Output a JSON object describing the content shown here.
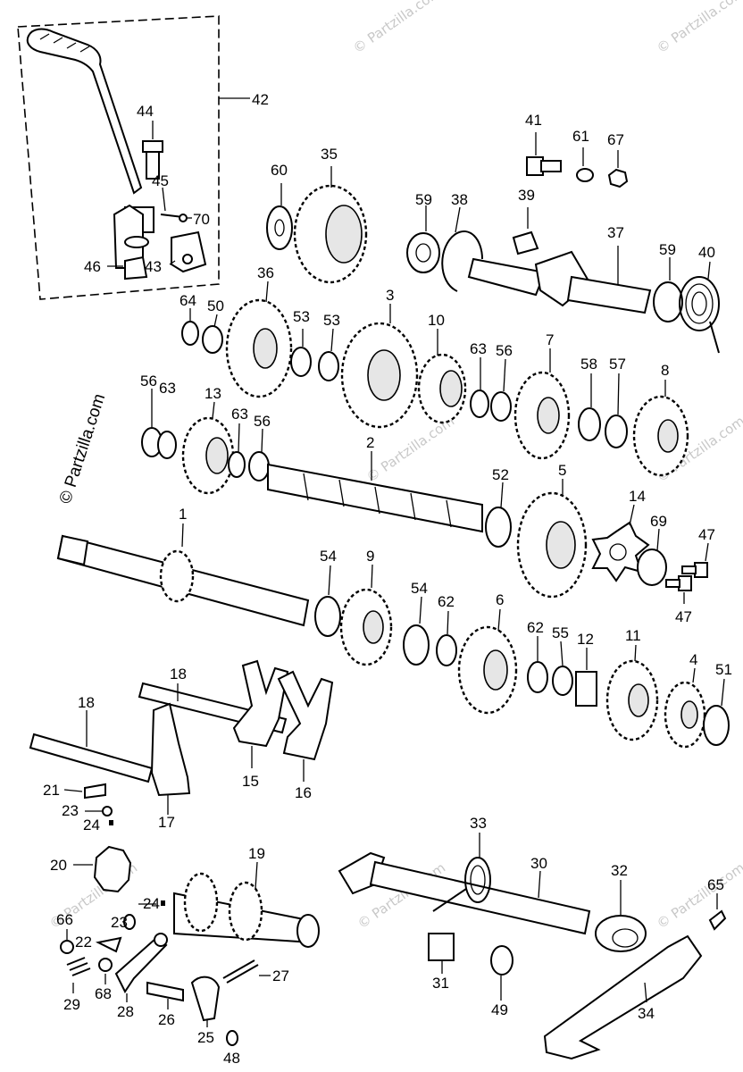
{
  "watermark": {
    "text": "© Partzilla.com",
    "side_text": "© Partzilla.com"
  },
  "callouts": [
    {
      "id": "c42",
      "text": "42"
    },
    {
      "id": "c44",
      "text": "44"
    },
    {
      "id": "c45",
      "text": "45"
    },
    {
      "id": "c70",
      "text": "70"
    },
    {
      "id": "c46",
      "text": "46"
    },
    {
      "id": "c43",
      "text": "43"
    },
    {
      "id": "c60",
      "text": "60"
    },
    {
      "id": "c35",
      "text": "35"
    },
    {
      "id": "c41",
      "text": "41"
    },
    {
      "id": "c61",
      "text": "61"
    },
    {
      "id": "c67",
      "text": "67"
    },
    {
      "id": "c59a",
      "text": "59"
    },
    {
      "id": "c38",
      "text": "38"
    },
    {
      "id": "c39",
      "text": "39"
    },
    {
      "id": "c37",
      "text": "37"
    },
    {
      "id": "c59b",
      "text": "59"
    },
    {
      "id": "c40",
      "text": "40"
    },
    {
      "id": "c36",
      "text": "36"
    },
    {
      "id": "c64",
      "text": "64"
    },
    {
      "id": "c50",
      "text": "50"
    },
    {
      "id": "c53a",
      "text": "53"
    },
    {
      "id": "c53b",
      "text": "53"
    },
    {
      "id": "c3",
      "text": "3"
    },
    {
      "id": "c10",
      "text": "10"
    },
    {
      "id": "c63a",
      "text": "63"
    },
    {
      "id": "c56a",
      "text": "56"
    },
    {
      "id": "c7",
      "text": "7"
    },
    {
      "id": "c58",
      "text": "58"
    },
    {
      "id": "c57",
      "text": "57"
    },
    {
      "id": "c8",
      "text": "8"
    },
    {
      "id": "c56b",
      "text": "56"
    },
    {
      "id": "c63b",
      "text": "63"
    },
    {
      "id": "c13",
      "text": "13"
    },
    {
      "id": "c63c",
      "text": "63"
    },
    {
      "id": "c56c",
      "text": "56"
    },
    {
      "id": "c2",
      "text": "2"
    },
    {
      "id": "c52",
      "text": "52"
    },
    {
      "id": "c5",
      "text": "5"
    },
    {
      "id": "c14",
      "text": "14"
    },
    {
      "id": "c69",
      "text": "69"
    },
    {
      "id": "c47a",
      "text": "47"
    },
    {
      "id": "c47b",
      "text": "47"
    },
    {
      "id": "c1",
      "text": "1"
    },
    {
      "id": "c54a",
      "text": "54"
    },
    {
      "id": "c9",
      "text": "9"
    },
    {
      "id": "c54b",
      "text": "54"
    },
    {
      "id": "c62a",
      "text": "62"
    },
    {
      "id": "c6",
      "text": "6"
    },
    {
      "id": "c62b",
      "text": "62"
    },
    {
      "id": "c55",
      "text": "55"
    },
    {
      "id": "c12",
      "text": "12"
    },
    {
      "id": "c11",
      "text": "11"
    },
    {
      "id": "c4",
      "text": "4"
    },
    {
      "id": "c51",
      "text": "51"
    },
    {
      "id": "c18a",
      "text": "18"
    },
    {
      "id": "c18b",
      "text": "18"
    },
    {
      "id": "c15",
      "text": "15"
    },
    {
      "id": "c16",
      "text": "16"
    },
    {
      "id": "c21",
      "text": "21"
    },
    {
      "id": "c23a",
      "text": "23"
    },
    {
      "id": "c24a",
      "text": "24"
    },
    {
      "id": "c17",
      "text": "17"
    },
    {
      "id": "c20",
      "text": "20"
    },
    {
      "id": "c19",
      "text": "19"
    },
    {
      "id": "c24b",
      "text": "24"
    },
    {
      "id": "c23b",
      "text": "23"
    },
    {
      "id": "c66",
      "text": "66"
    },
    {
      "id": "c22",
      "text": "22"
    },
    {
      "id": "c29",
      "text": "29"
    },
    {
      "id": "c68",
      "text": "68"
    },
    {
      "id": "c28",
      "text": "28"
    },
    {
      "id": "c26",
      "text": "26"
    },
    {
      "id": "c27",
      "text": "27"
    },
    {
      "id": "c25",
      "text": "25"
    },
    {
      "id": "c48",
      "text": "48"
    },
    {
      "id": "c33",
      "text": "33"
    },
    {
      "id": "c30",
      "text": "30"
    },
    {
      "id": "c32",
      "text": "32"
    },
    {
      "id": "c65",
      "text": "65"
    },
    {
      "id": "c31",
      "text": "31"
    },
    {
      "id": "c49",
      "text": "49"
    },
    {
      "id": "c34",
      "text": "34"
    }
  ]
}
